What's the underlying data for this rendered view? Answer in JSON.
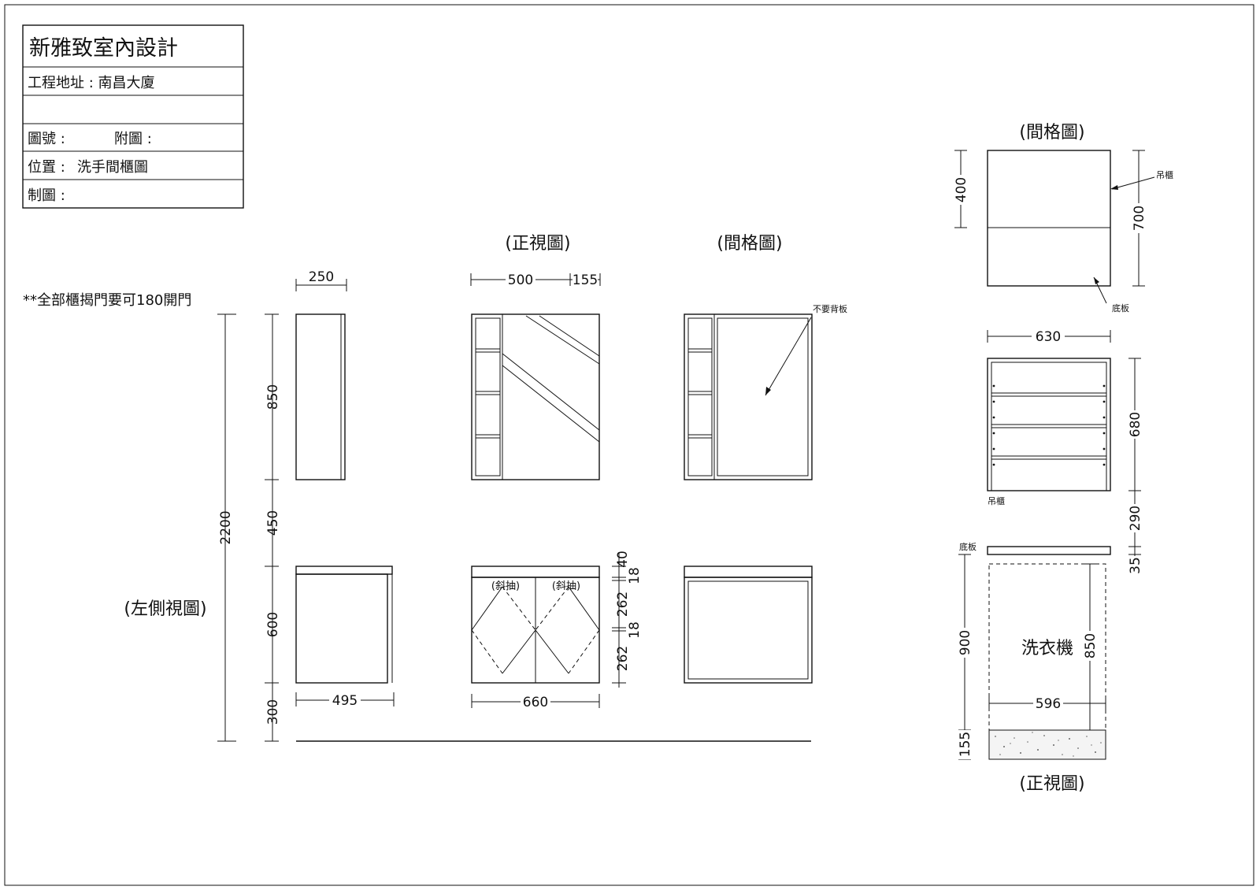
{
  "title_block": {
    "company": "新雅致室內設計",
    "project_address": "工程地址 : 南昌大廈",
    "blank_row": "",
    "drawing_no_label": "圖號 :",
    "attachment_label": "附圖 :",
    "location_label": "位置 :",
    "location_value": "洗手間櫃圖",
    "drawn_by_label": "制圖 :"
  },
  "note": "**全部櫃揭門要可180開門",
  "view_labels": {
    "front_view": "(正視圖)",
    "partition_view": "(間格圖)",
    "left_side_view": "(左側視圖)",
    "right_partition_view": "(間格圖)",
    "right_front_view": "(正視圖)"
  },
  "annotations": {
    "no_back_panel": "不要背板",
    "diagonal_drawer_left": "(斜抽)",
    "diagonal_drawer_right": "(斜抽)",
    "hanging_cabinet": "吊櫃",
    "hanging_cabinet_2": "吊櫃",
    "bottom_panel": "底板",
    "bottom_panel_2": "底板",
    "washing_machine": "洗衣機"
  },
  "dimensions": {
    "side_depth_top": "250",
    "total_height": "2200",
    "upper_height": "850",
    "gap_height": "450",
    "lower_height": "600",
    "plinth_height": "300",
    "side_depth_bottom": "495",
    "front_upper_width": "500",
    "front_shelf_width": "155",
    "front_lower_width": "660",
    "drawer_d40": "40",
    "drawer_d18a": "18",
    "drawer_d262a": "262",
    "drawer_d18b": "18",
    "drawer_d262b": "262",
    "right_top_400": "400",
    "right_top_700": "700",
    "right_width_630": "630",
    "right_height_680": "680",
    "right_gap_290": "290",
    "right_board_35": "35",
    "right_space_900": "900",
    "washer_height_850": "850",
    "washer_width_596": "596",
    "right_base_155": "155"
  }
}
